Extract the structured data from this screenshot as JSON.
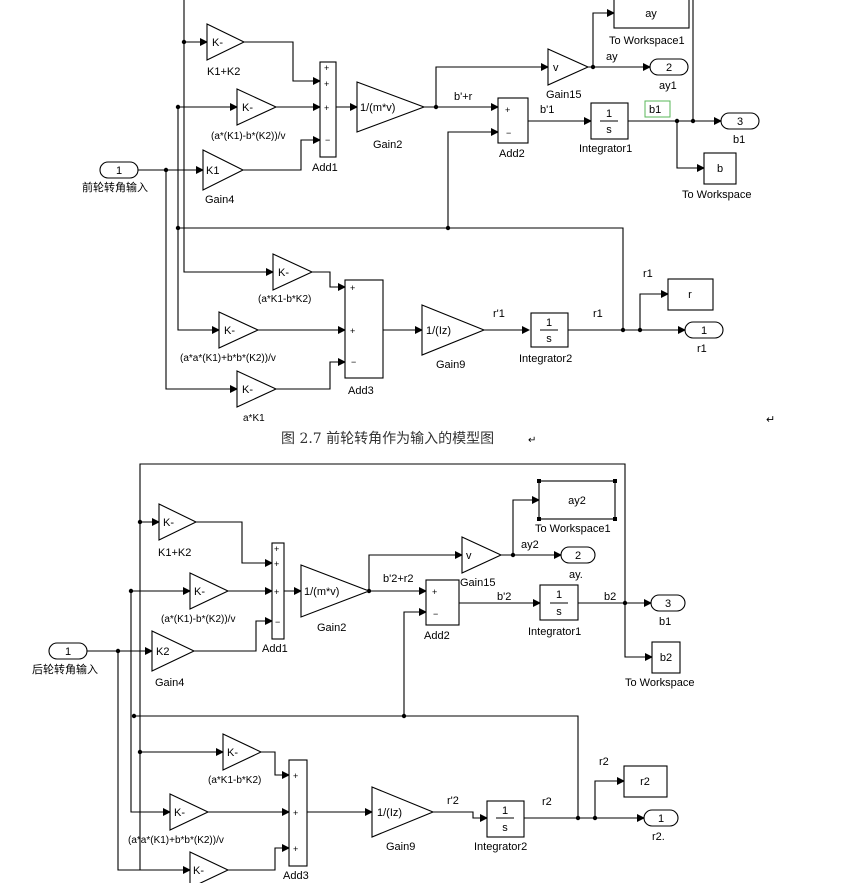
{
  "figure1": {
    "caption": "图 2.7 前轮转角作为输入的模型图",
    "caption_mark": "↵",
    "corner_mark": "↵",
    "inport_num": "1",
    "inport_label": "前轮转角输入",
    "gain_k1k2_text": "K-",
    "gain_k1k2_label": "K1+K2",
    "gain_ab_text": "K-",
    "gain_ab_label": "(a*(K1)-b*(K2))/v",
    "gain4_text": "K1",
    "gain4_label": "Gain4",
    "add1_label": "Add1",
    "gain2_text": "1/(m*v)",
    "gain2_label": "Gain2",
    "sig_b_r": "b'+r",
    "gain15_text": "v",
    "gain15_label": "Gain15",
    "sig_ay": "ay",
    "tows1_text": "ay",
    "tows1_label": "To Workspace1",
    "out_ay1_num": "2",
    "out_ay1_label": "ay1",
    "add2_label": "Add2",
    "sig_b1p": "b'1",
    "int1_num": "1",
    "int1_den": "s",
    "int1_label": "Integrator1",
    "sig_b1": "b1",
    "out_b1_num": "3",
    "out_b1_label": "b1",
    "tows_text": "b",
    "tows_label": "To Workspace",
    "gain_k3_text": "K-",
    "gain_k3_label": "(a*K1-b*K2)",
    "gain_k4_text": "K-",
    "gain_k4_label": "(a*a*(K1)+b*b*(K2))/v",
    "gain_k5_text": "K-",
    "gain_k5_label": "a*K1",
    "add3_label": "Add3",
    "gain9_text": "1/(Iz)",
    "gain9_label": "Gain9",
    "sig_r1p": "r'1",
    "int2_num": "1",
    "int2_den": "s",
    "int2_label": "Integrator2",
    "sig_r1a": "r1",
    "sig_r1b": "r1",
    "tows_r_text": "r",
    "out_r1_num": "1",
    "out_r1_label": "r1"
  },
  "figure2": {
    "inport_num": "1",
    "inport_label": "后轮转角输入",
    "gain_k1k2_text": "K-",
    "gain_k1k2_label": "K1+K2",
    "gain_ab_text": "K-",
    "gain_ab_label": "(a*(K1)-b*(K2))/v",
    "gain4_text": "K2",
    "gain4_label": "Gain4",
    "add1_label": "Add1",
    "gain2_text": "1/(m*v)",
    "gain2_label": "Gain2",
    "sig_b2r2": "b'2+r2",
    "gain15_text": "v",
    "gain15_label": "Gain15",
    "sig_ay2": "ay2",
    "tows1_text": "ay2",
    "tows1_label": "To Workspace1",
    "out_ay_num": "2",
    "out_ay_label": "ay.",
    "add2_label": "Add2",
    "sig_b2p": "b'2",
    "int1_num": "1",
    "int1_den": "s",
    "int1_label": "Integrator1",
    "sig_b2": "b2",
    "out_b1_num": "3",
    "out_b1_label": "b1",
    "tows_text": "b2",
    "tows_label": "To Workspace",
    "gain_k3_text": "K-",
    "gain_k3_label": "(a*K1-b*K2)",
    "gain_k4_text": "K-",
    "gain_k4_label": "(a*a*(K1)+b*b*(K2))/v",
    "gain_k5_text": "K-",
    "add3_label": "Add3",
    "gain9_text": "1/(Iz)",
    "gain9_label": "Gain9",
    "sig_r2p": "r'2",
    "int2_num": "1",
    "int2_den": "s",
    "int2_label": "Integrator2",
    "sig_r2a": "r2",
    "sig_r2b": "r2",
    "tows_r_text": "r2",
    "out_r2_num": "1",
    "out_r2_label": "r2."
  }
}
